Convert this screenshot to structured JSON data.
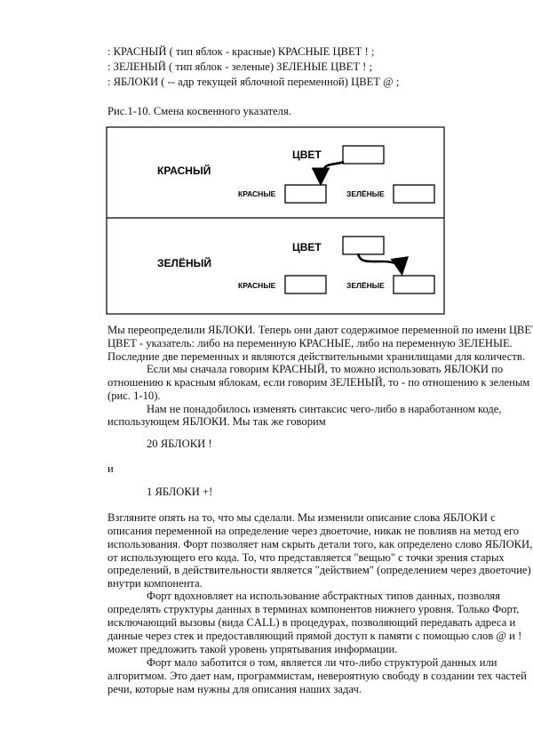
{
  "code_lines": [
    ": КРАСНЫЙ  ( тип яблок - красные)  КРАСНЫЕ ЦВЕТ ! ;",
    ": ЗЕЛЕНЫЙ ( тип яблок - зеленые)  ЗЕЛЕНЫЕ ЦВЕТ ! ;",
    ": ЯБЛОКИ  ( -- адр текущей яблочной переменной)  ЦВЕТ @ ;"
  ],
  "figure_caption": "Рис.1-10. Смена косвенного указателя.",
  "figure": {
    "top_panel": {
      "title": "КРАСНЫЙ",
      "pointer": "ЦВЕТ",
      "var1": "КРАСНЫЕ",
      "var2": "ЗЕЛЁНЫЕ"
    },
    "bottom_panel": {
      "title": "ЗЕЛЁНЫЙ",
      "pointer": "ЦВЕТ",
      "var1": "КРАСНЫЕ",
      "var2": "ЗЕЛЁНЫЕ"
    }
  },
  "para1": [
    "Мы переопределили ЯБЛОКИ. Теперь они дают содержимое переменной по имени ЦВЕТ.",
    "ЦВЕТ - указатель: либо на переменную КРАСНЫЕ, либо на переменную ЗЕЛЕНЫЕ.",
    "Последние две переменных и являются действительными хранилищами для количеств."
  ],
  "para2": [
    "Если мы сначала говорим КРАСНЫЙ, то можно использовать ЯБЛОКИ по",
    "отношению к красным яблокам, если говорим ЗЕЛЕНЫЙ, то - по отношению к зеленым",
    "(рис. 1-10)."
  ],
  "para3": [
    "Нам не понадобилось изменять синтаксис чего-либо в наработанном коде,",
    "использующем ЯБЛОКИ. Мы так же говорим"
  ],
  "example1": "20 ЯБЛОКИ !",
  "conjunction": "и",
  "example2": "1 ЯБЛОКИ +!",
  "para4": [
    "Взгляните опять на то, что мы сделали. Мы изменили описание слова ЯБЛОКИ с",
    "описания переменной на определение через двоеточие, никак не повлияв на метод его",
    "использования. Форт позволяет нам скрыть детали того, как определено слово ЯБЛОКИ,",
    "от использующего его кода. То, что представляется \"вещью\" с точки зрения старых",
    "определений, в действительности является \"действием\" (определением через двоеточие)",
    "внутри компонента."
  ],
  "para5": [
    "Форт вдохновляет на использование абстрактных типов данных, позволяя",
    "определять структуры данных в терминах компонентов нижнего уровня. Только Форт,",
    "исключающий вызовы (вида CALL) в процедурах, позволяющий передавать адреса и",
    "данные через стек и предоставляющий прямой доступ к памяти с помощью слов @ и !",
    "может предложить такой уровень упрятывания информации."
  ],
  "para6": [
    "Форт мало заботится о том, является ли что-либо структурой данных или",
    "алгоритмом. Это дает нам, программистам, невероятную свободу в создании тех частей",
    "речи, которые нам нужны для описания наших задач."
  ]
}
